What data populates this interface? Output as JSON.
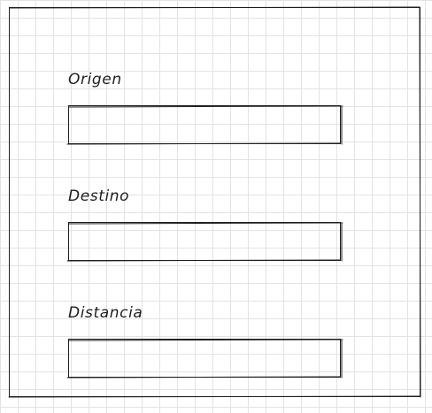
{
  "form": {
    "fields": [
      {
        "label": "Origen",
        "value": "",
        "placeholder": ""
      },
      {
        "label": "Destino",
        "value": "",
        "placeholder": ""
      },
      {
        "label": "Distancia",
        "value": "",
        "placeholder": ""
      }
    ]
  }
}
